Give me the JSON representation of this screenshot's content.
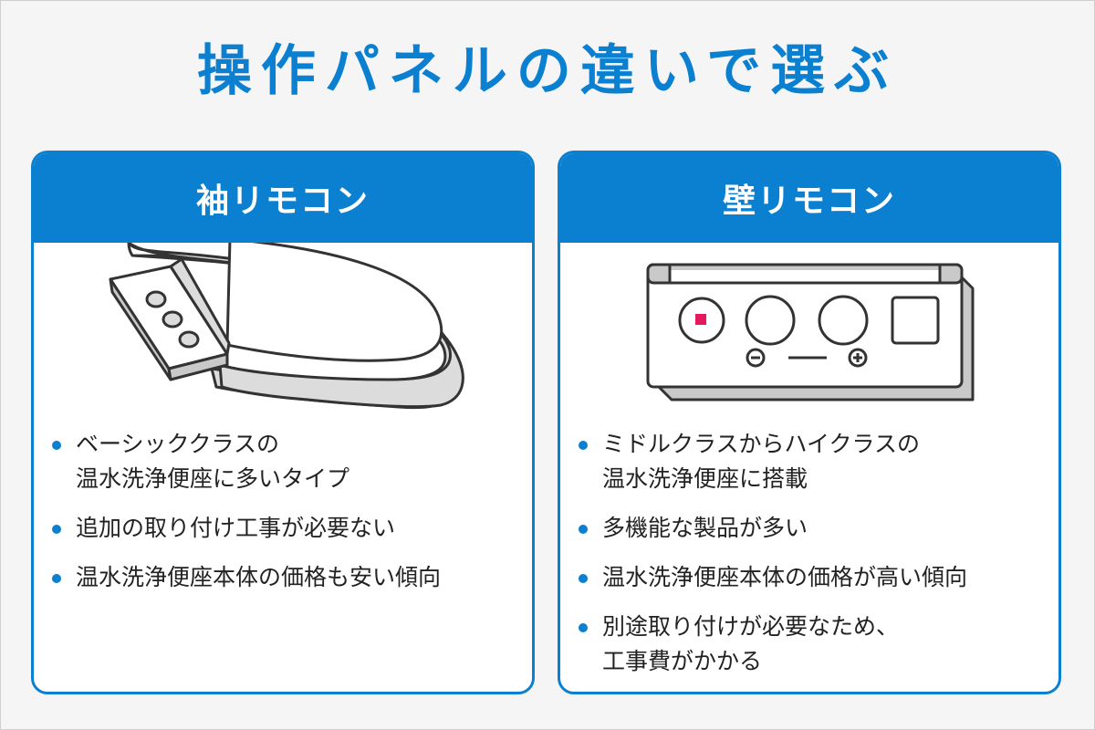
{
  "title": "操作パネルの違いで選ぶ",
  "colors": {
    "accent": "#0b7fd0",
    "indicator": "#e6195a"
  },
  "left_card": {
    "header": "袖リモコン",
    "illustration_icon": "toilet-seat-side-remote-icon",
    "bullets": [
      "ベーシッククラスの\n温水洗浄便座に多いタイプ",
      "追加の取り付け工事が必要ない",
      "温水洗浄便座本体の価格も安い傾向"
    ]
  },
  "right_card": {
    "header": "壁リモコン",
    "illustration_icon": "wall-remote-control-icon",
    "bullets": [
      "ミドルクラスからハイクラスの\n温水洗浄便座に搭載",
      "多機能な製品が多い",
      "温水洗浄便座本体の価格が高い傾向",
      "別途取り付けが必要なため、\n工事費がかかる"
    ]
  }
}
